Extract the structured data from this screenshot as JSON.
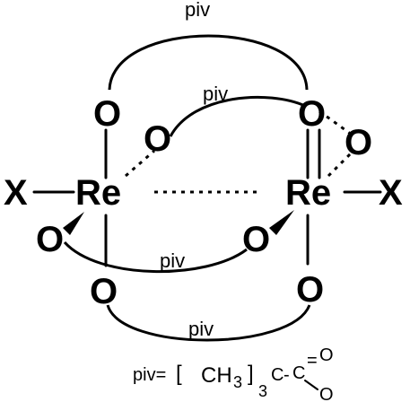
{
  "atoms": {
    "metal": "Re",
    "ligand_x": "X",
    "oxygen": "O"
  },
  "bridges": {
    "top_label": "piv",
    "middle_upper_label": "piv",
    "middle_lower_label": "piv",
    "bottom_label": "piv"
  },
  "legend": {
    "lhs": "piv=",
    "bracket_open": "[",
    "group": "CH",
    "group_sub": "3",
    "bracket_close": "]",
    "multiplier": "3",
    "carbon": "C",
    "bond_dash": "-",
    "carbonyl_carbon": "C",
    "double_bond": "=",
    "oxygen_top": "O",
    "oxygen_bottom": "O"
  }
}
